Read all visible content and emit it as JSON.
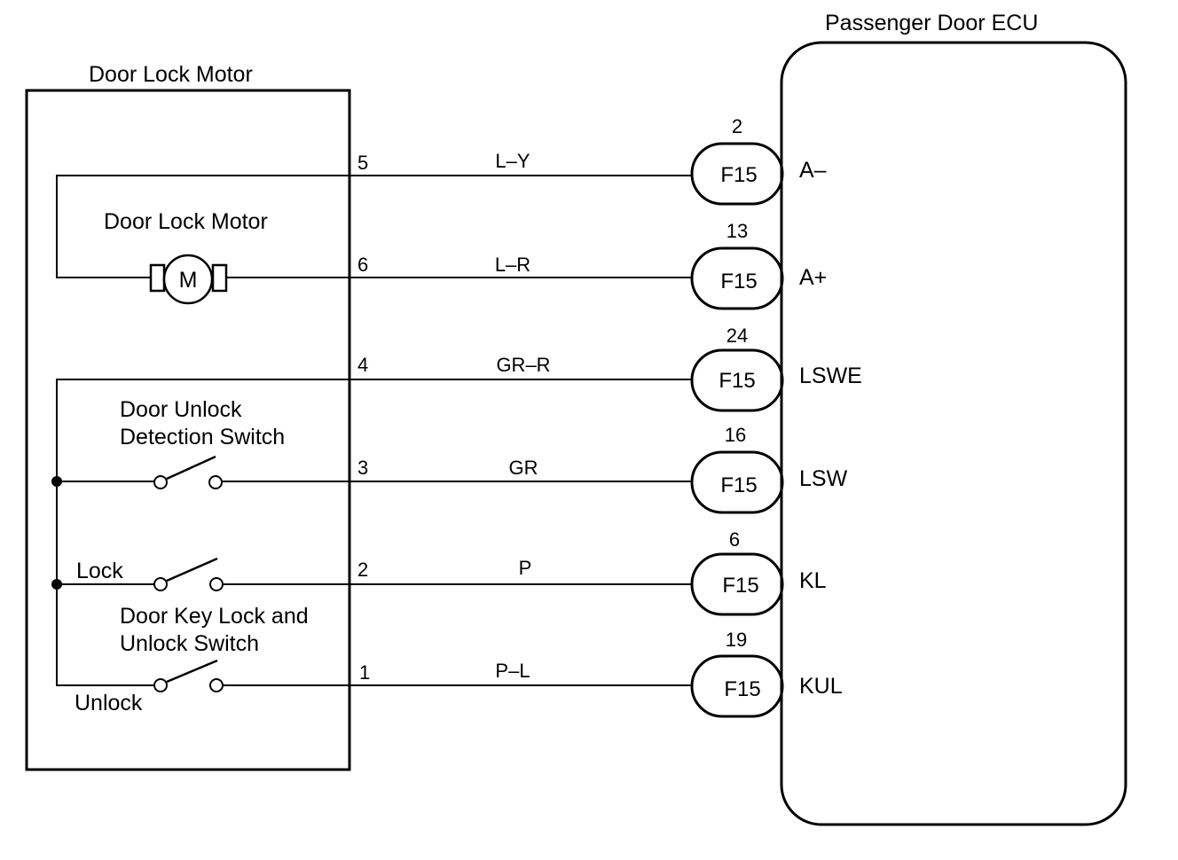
{
  "diagram": {
    "motor_block": {
      "title": "Door Lock Motor",
      "motor_label": "Door Lock Motor",
      "motor_symbol": "M",
      "detection_switch_label_line1": "Door Unlock",
      "detection_switch_label_line2": "Detection Switch",
      "lock_label": "Lock",
      "key_switch_label_line1": "Door Key Lock and",
      "key_switch_label_line2": "Unlock Switch",
      "unlock_label": "Unlock"
    },
    "ecu_block": {
      "title": "Passenger Door ECU"
    },
    "circuits": [
      {
        "motor_pin": "5",
        "wire_color": "L–Y",
        "ecu_pin": "2",
        "connector": "F15",
        "terminal": "A–"
      },
      {
        "motor_pin": "6",
        "wire_color": "L–R",
        "ecu_pin": "13",
        "connector": "F15",
        "terminal": "A+"
      },
      {
        "motor_pin": "4",
        "wire_color": "GR–R",
        "ecu_pin": "24",
        "connector": "F15",
        "terminal": "LSWE"
      },
      {
        "motor_pin": "3",
        "wire_color": "GR",
        "ecu_pin": "16",
        "connector": "F15",
        "terminal": "LSW"
      },
      {
        "motor_pin": "2",
        "wire_color": "P",
        "ecu_pin": "6",
        "connector": "F15",
        "terminal": "KL"
      },
      {
        "motor_pin": "1",
        "wire_color": "P–L",
        "ecu_pin": "19",
        "connector": "F15",
        "terminal": "KUL"
      }
    ]
  }
}
